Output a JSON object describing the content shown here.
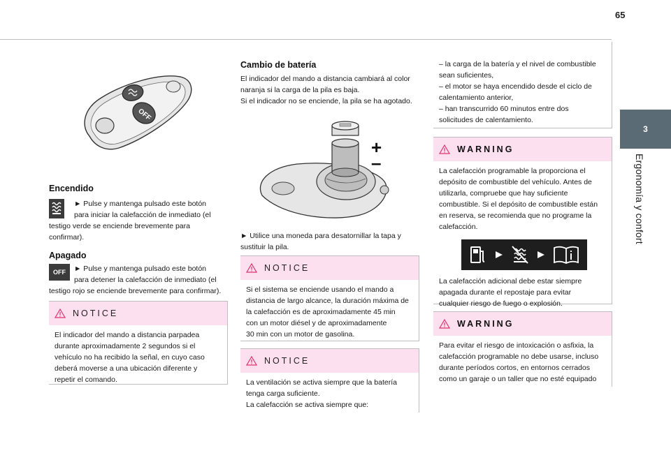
{
  "page": {
    "number": "65"
  },
  "chapter": {
    "number": "3",
    "title": "Ergonomía y confort"
  },
  "encendido": {
    "heading": "Encendido",
    "text_line1": "► Pulse y mantenga pulsado este botón",
    "text_line2": "para iniciar la calefacción de inmediato (el",
    "text_line3": "testigo verde se enciende brevemente para",
    "text_line4": "confirmar)."
  },
  "apagado": {
    "heading": "Apagado",
    "icon_label": "OFF",
    "text_line1": "► Pulse y mantenga pulsado este botón",
    "text_line2": "para detener la calefacción de inmediato (el",
    "text_line3": "testigo rojo se enciende brevemente para confirmar)."
  },
  "notice1": {
    "label": "NOTICE",
    "lines": [
      "El indicador del mando a distancia parpadea",
      "durante aproximadamente 2 segundos si el",
      "vehículo no ha recibido la señal, en cuyo caso",
      "deberá moverse a una ubicación diferente y",
      "repetir el comando."
    ]
  },
  "remote_image": {
    "button_label": "OFF"
  },
  "battery": {
    "heading": "Cambio de batería",
    "lines": [
      "El indicador del mando a distancia cambiará al color",
      "naranja si la carga de la pila es baja.",
      "Si el indicador no se enciende, la pila se ha agotado."
    ],
    "plus": "+",
    "minus": "–",
    "instruction_line1": "► Utilice una moneda para desatornillar la tapa y",
    "instruction_line2": "sustituir la pila."
  },
  "notice2": {
    "label": "NOTICE",
    "lines": [
      "Si el sistema se enciende usando el mando a",
      "distancia de largo alcance, la duración máxima de",
      "la calefacción es de aproximadamente 45 min",
      "con un motor diésel y de aproximadamente",
      "30 min con un motor de gasolina."
    ]
  },
  "notice3": {
    "label": "NOTICE",
    "lines": [
      "La ventilación se activa siempre que la batería",
      "tenga carga suficiente.",
      "La calefacción se activa siempre que:"
    ]
  },
  "conditions": {
    "lines": [
      "– la carga de la batería y el nivel de combustible",
      "sean suficientes,",
      "– el motor se haya encendido desde el ciclo de",
      "calentamiento anterior,",
      "– han transcurrido 60 minutos entre dos",
      "solicitudes de calentamiento."
    ]
  },
  "warning1": {
    "label": "WARNING",
    "lines": [
      "La calefacción programable la proporciona el",
      "depósito de combustible del vehículo. Antes de",
      "utilizarla, compruebe que hay suficiente",
      "combustible. Si el depósito de combustible están",
      "en reserva, se recomienda que no programe la",
      "calefacción."
    ],
    "lines_after": [
      "La calefacción adicional debe estar siempre",
      "apagada durante el repostaje para evitar",
      "cualquier riesgo de fuego o explosión."
    ]
  },
  "warning2": {
    "label": "WARNING",
    "lines": [
      "Para evitar el riesgo de intoxicación o asfixia, la",
      "calefacción programable no debe usarse, incluso",
      "durante períodos cortos, en entornos cerrados",
      "como un garaje o un taller que no esté equipado"
    ]
  },
  "colors": {
    "callout_bg": "#fde0f0",
    "tab_bg": "#5a6b75",
    "warn_triangle": "#e0336e"
  }
}
